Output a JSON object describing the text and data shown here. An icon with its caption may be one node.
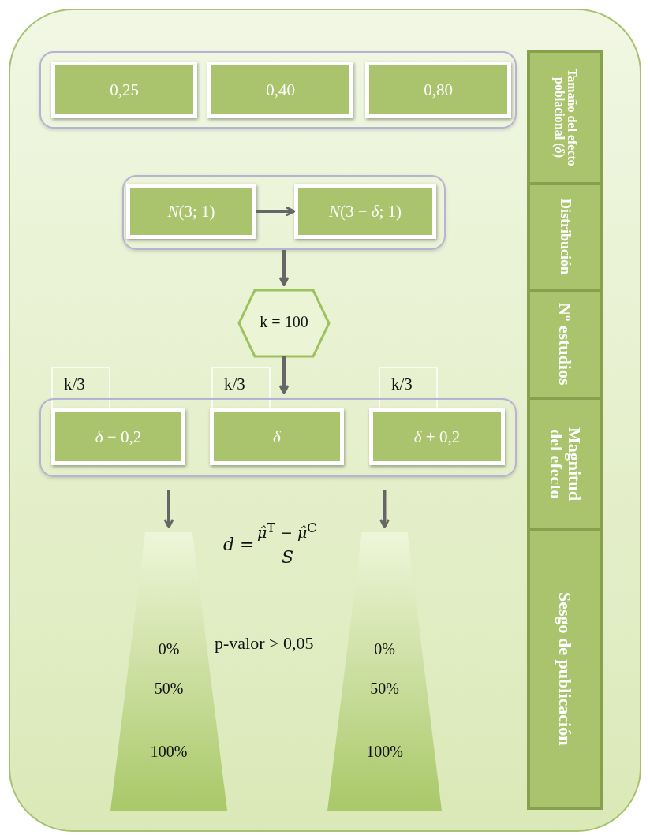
{
  "diagram": {
    "nodes": [
      {
        "text": [],
        "shape": "box"
      },
      {
        "text": [
          "0,25"
        ],
        "in": 0
      },
      {
        "text": [
          "0,40"
        ],
        "in": 0
      },
      {
        "text": [
          "0,80"
        ],
        "in": 0
      },
      {
        "text": [],
        "shape": "box"
      },
      {
        "text": [
          "*N*(3; 1)"
        ],
        "in": 4
      },
      {
        "text": [
          "*N*(3 − *δ*; 1)"
        ],
        "in": 4
      },
      {
        "text": [
          "k = 100"
        ]
      },
      {
        "text": [
          "k/3"
        ]
      },
      {
        "text": [
          "k/3"
        ]
      },
      {
        "text": [
          "k/3"
        ]
      },
      {
        "text": [],
        "shape": "box"
      },
      {
        "text": [
          "*δ* − 0,2"
        ],
        "in": 11
      },
      {
        "text": [
          "*δ*"
        ],
        "in": 11
      },
      {
        "text": [
          "*δ* + 0,2"
        ],
        "in": 11
      },
      {
        "text": [
          "0%",
          "50%",
          "100%"
        ]
      },
      {
        "text": [
          "0%",
          "50%",
          "100%"
        ]
      },
      {
        "text": [
          "Tamaño del efecto poblacional (*δ*)"
        ]
      },
      {
        "text": [
          "Distribución"
        ]
      },
      {
        "text": [
          "Nº estudios"
        ]
      },
      {
        "text": [
          "Magnitud del efecto"
        ]
      },
      {
        "text": [
          "Sesgo de publicación"
        ]
      }
    ],
    "edges": [
      {
        "from": 5,
        "to": 6,
        "arrow": "to"
      },
      {
        "from": 4,
        "to": 7,
        "arrow": "to"
      },
      {
        "from": 7,
        "to": 11,
        "arrow": "to"
      },
      {
        "from": 11,
        "to": 15,
        "arrow": "to"
      },
      {
        "from": 11,
        "to": 16,
        "arrow": "to"
      }
    ],
    "labels": [
      "*d* =",
      "*μ̂*$^{T}$ − *μ̂*$^{C}$",
      "*S*",
      "p-valor > 0,05"
    ]
  }
}
